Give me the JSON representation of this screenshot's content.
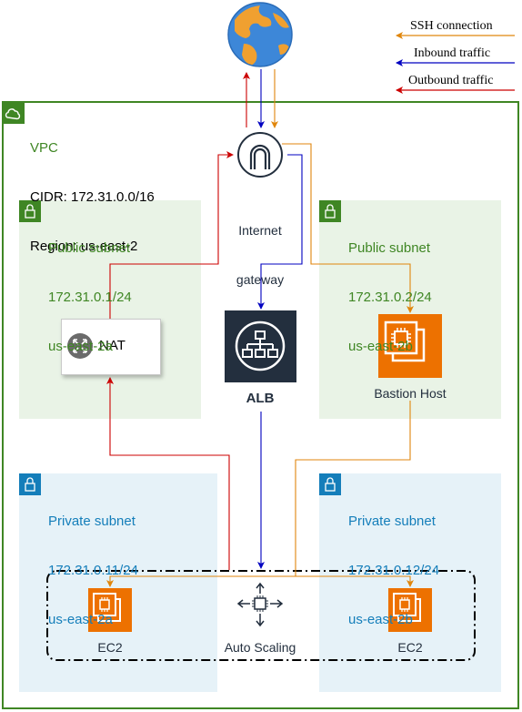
{
  "legend": {
    "ssh": "SSH connection",
    "inbound": "Inbound traffic",
    "outbound": "Outbound traffic"
  },
  "colors": {
    "vpc": "#3f8624",
    "public": "#e9f3e6",
    "private": "#e6f2f8",
    "ssh": "#e0860c",
    "inbound": "#0000c0",
    "outbound": "#cc0000",
    "ec2": "#ed7100",
    "alb": "#232f3e"
  },
  "vpc": {
    "name": "VPC",
    "cidr": "CIDR: 172.31.0.0/16",
    "region": "Region: us-east-2"
  },
  "subnets": {
    "pub_a": {
      "title": "Public subnet",
      "cidr": "172.31.0.1/24",
      "az": "us-east-2a"
    },
    "pub_b": {
      "title": "Public subnet",
      "cidr": "172.31.0.2/24",
      "az": "us-east-2b"
    },
    "priv_a": {
      "title": "Private subnet",
      "cidr": "172.31.0.11/24",
      "az": "us-east-2a"
    },
    "priv_b": {
      "title": "Private subnet",
      "cidr": "172.31.0.12/24",
      "az": "us-east-2b"
    }
  },
  "nodes": {
    "igw_line1": "Internet",
    "igw_line2": "gateway",
    "nat": "NAT",
    "alb": "ALB",
    "bastion": "Bastion Host",
    "ec2_a": "EC2",
    "ec2_b": "EC2",
    "asg": "Auto Scaling"
  }
}
